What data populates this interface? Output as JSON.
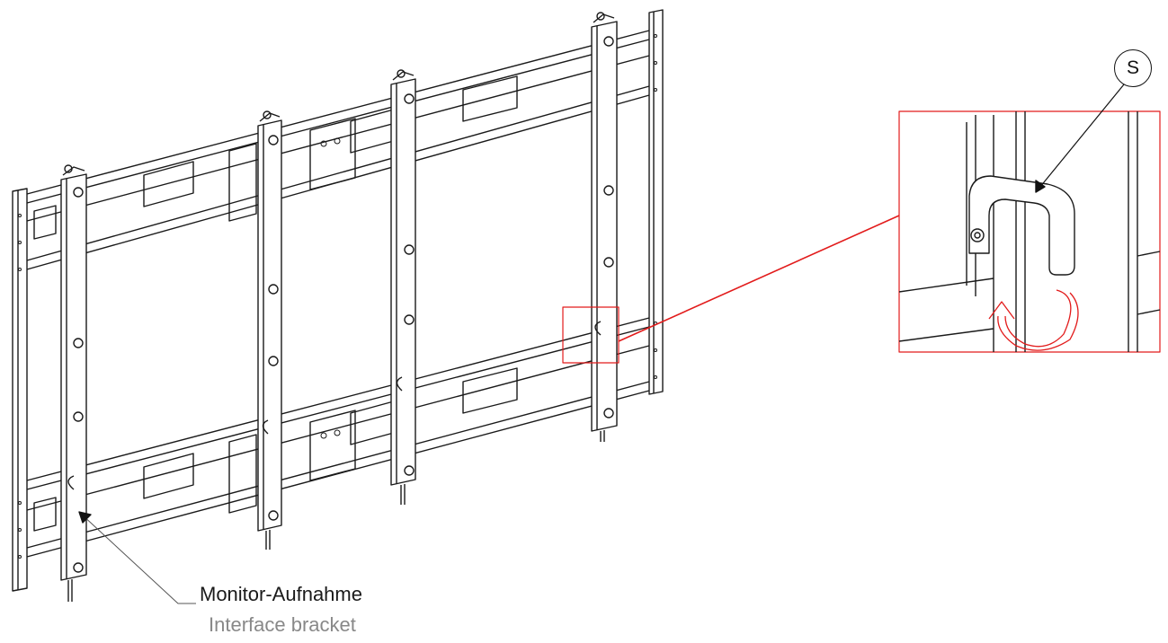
{
  "labels": {
    "part_de": "Monitor-Aufnahme",
    "part_en": "Interface bracket",
    "callout": "S"
  },
  "colors": {
    "line": "#1a1a1a",
    "highlight": "#e21b1b",
    "secondary_text": "#888888"
  },
  "icons": {
    "rotation": "curved-arrow-icon"
  }
}
